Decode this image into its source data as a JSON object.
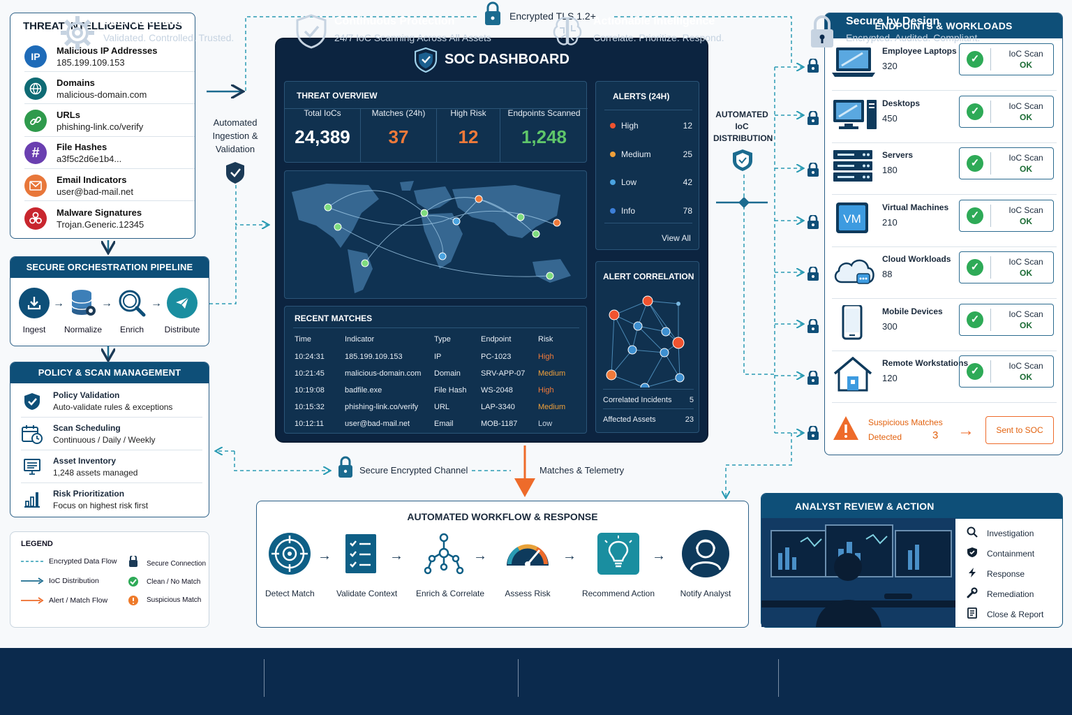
{
  "top_link": {
    "label": "Encrypted TLS 1.2+"
  },
  "feeds": {
    "title": "THREAT INTELLIGENCE FEEDS",
    "items": [
      {
        "name": "Malicious IP Addresses",
        "value": "185.199.109.153",
        "icon": "ip-icon",
        "icon_text": "IP",
        "color": "#1e6bb8"
      },
      {
        "name": "Domains",
        "value": "malicious-domain.com",
        "icon": "globe-icon",
        "color": "#0f6b74"
      },
      {
        "name": "URLs",
        "value": "phishing-link.co/verify",
        "icon": "link-icon",
        "color": "#2f9a4c"
      },
      {
        "name": "File Hashes",
        "value": "a3f5c2d6e1b4...",
        "icon": "hash-icon",
        "icon_text": "#",
        "color": "#6a3fb0"
      },
      {
        "name": "Email Indicators",
        "value": "user@bad-mail.net",
        "icon": "mail-icon",
        "color": "#e8773a"
      },
      {
        "name": "Malware Signatures",
        "value": "Trojan.Generic.12345",
        "icon": "biohazard-icon",
        "color": "#c8262e"
      }
    ]
  },
  "ingestion": {
    "label": "Automated Ingestion & Validation"
  },
  "pipeline": {
    "title": "SECURE ORCHESTRATION PIPELINE",
    "steps": [
      "Ingest",
      "Normalize",
      "Enrich",
      "Distribute"
    ]
  },
  "policy": {
    "title": "POLICY & SCAN MANAGEMENT",
    "items": [
      {
        "name": "Policy Validation",
        "desc": "Auto-validate rules & exceptions"
      },
      {
        "name": "Scan Scheduling",
        "desc": "Continuous / Daily / Weekly"
      },
      {
        "name": "Asset Inventory",
        "desc": "1,248 assets managed"
      },
      {
        "name": "Risk Prioritization",
        "desc": "Focus on highest risk first"
      }
    ]
  },
  "legend": {
    "title": "LEGEND",
    "items": [
      "Encrypted Data Flow",
      "IoC Distribution",
      "Alert / Match Flow",
      "Secure Connection",
      "Clean / No Match",
      "Suspicious Match"
    ]
  },
  "soc": {
    "title": "SOC DASHBOARD",
    "overview": {
      "title": "THREAT OVERVIEW",
      "kpis": [
        {
          "label": "Total IoCs",
          "value": "24,389",
          "color": "#ffffff"
        },
        {
          "label": "Matches (24h)",
          "value": "37",
          "color": "#f07a3a"
        },
        {
          "label": "High Risk",
          "value": "12",
          "color": "#f07a3a"
        },
        {
          "label": "Endpoints Scanned",
          "value": "1,248",
          "color": "#5fc66a"
        }
      ]
    },
    "alerts": {
      "title": "ALERTS (24H)",
      "rows": [
        {
          "label": "High",
          "value": "12",
          "color": "#f0532f"
        },
        {
          "label": "Medium",
          "value": "25",
          "color": "#f0a03a"
        },
        {
          "label": "Low",
          "value": "42",
          "color": "#4aa3e0"
        },
        {
          "label": "Info",
          "value": "78",
          "color": "#3d7fd8"
        }
      ],
      "view_all": "View All"
    },
    "correlation": {
      "title": "ALERT CORRELATION",
      "rows": [
        {
          "label": "Correlated Incidents",
          "value": "5"
        },
        {
          "label": "Affected Assets",
          "value": "23"
        }
      ]
    },
    "matches": {
      "title": "RECENT MATCHES",
      "columns": [
        "Time",
        "Indicator",
        "Type",
        "Endpoint",
        "Risk"
      ],
      "rows": [
        [
          "10:24:31",
          "185.199.109.153",
          "IP",
          "PC-1023",
          "High"
        ],
        [
          "10:21:45",
          "malicious-domain.com",
          "Domain",
          "SRV-APP-07",
          "Medium"
        ],
        [
          "10:19:08",
          "badfile.exe",
          "File Hash",
          "WS-2048",
          "High"
        ],
        [
          "10:15:32",
          "phishing-link.co/verify",
          "URL",
          "LAP-3340",
          "Medium"
        ],
        [
          "10:12:11",
          "user@bad-mail.net",
          "Email",
          "MOB-1187",
          "Low"
        ]
      ]
    }
  },
  "distribution": {
    "label": "AUTOMATED IoC DISTRIBUTION"
  },
  "endpoints": {
    "title": "ENDPOINTS & WORKLOADS",
    "items": [
      {
        "name": "Employee Laptops",
        "count": "320",
        "icon": "laptop-icon"
      },
      {
        "name": "Desktops",
        "count": "450",
        "icon": "desktop-icon"
      },
      {
        "name": "Servers",
        "count": "180",
        "icon": "server-icon"
      },
      {
        "name": "Virtual Machines",
        "count": "210",
        "icon": "vm-icon",
        "icon_text": "VM"
      },
      {
        "name": "Cloud Workloads",
        "count": "88",
        "icon": "cloud-icon"
      },
      {
        "name": "Mobile Devices",
        "count": "300",
        "icon": "mobile-icon"
      },
      {
        "name": "Remote Workstations",
        "count": "120",
        "icon": "home-icon"
      }
    ],
    "scan_label": "IoC Scan",
    "scan_status": "OK",
    "suspicious": {
      "line1": "Suspicious Matches",
      "line2": "Detected",
      "count": "3",
      "action": "Sent to SOC"
    }
  },
  "channels": {
    "secure": "Secure Encrypted Channel",
    "telemetry": "Matches & Telemetry"
  },
  "workflow": {
    "title": "AUTOMATED WORKFLOW & RESPONSE",
    "steps": [
      "Detect Match",
      "Validate Context",
      "Enrich & Correlate",
      "Assess Risk",
      "Recommend Action",
      "Notify Analyst"
    ]
  },
  "analyst": {
    "title": "ANALYST REVIEW & ACTION",
    "actions": [
      "Investigation",
      "Containment",
      "Response",
      "Remediation",
      "Close & Report"
    ]
  },
  "footer": [
    {
      "title": "Safe Automation",
      "desc": "Validated. Controlled. Trusted."
    },
    {
      "title": "Continuous Protection",
      "desc": "24/7 IoC Scanning Across All Assets"
    },
    {
      "title": "Actionable Intelligence",
      "desc": "Correlate. Prioritize. Respond."
    },
    {
      "title": "Secure by Design",
      "desc": "Encrypted. Audited. Compliant."
    }
  ],
  "colors": {
    "primary": "#0e4f78",
    "dashboard": "#0c2440",
    "alert": "#f07a3a",
    "ok": "#2eaa57",
    "dashed": "#2a9bb3"
  }
}
